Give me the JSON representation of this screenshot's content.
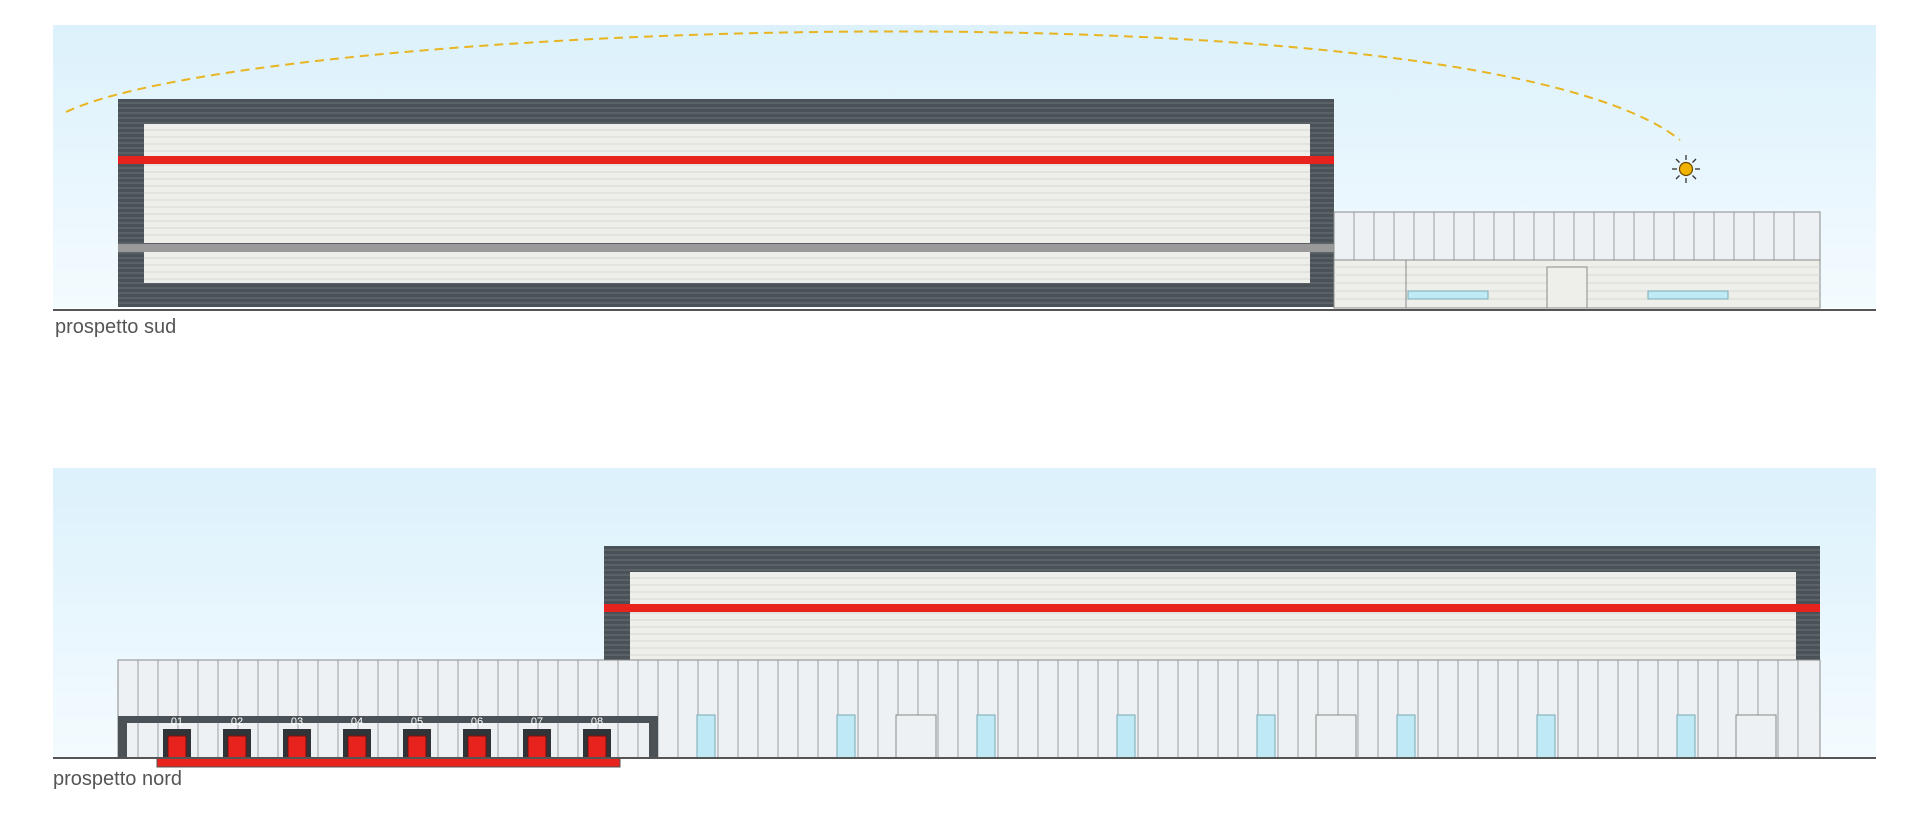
{
  "south_elevation": {
    "caption": "prospetto sud"
  },
  "north_elevation": {
    "caption": "prospetto nord",
    "dock_labels": [
      "01",
      "02",
      "03",
      "04",
      "05",
      "06",
      "07",
      "08"
    ]
  },
  "icons": {
    "sun": "sun-icon"
  },
  "colors": {
    "sky_top": "#dff2fb",
    "sky_bottom": "#f2fafe",
    "dark_cladding": "#4a5258",
    "light_panel": "#eeeeea",
    "accent_red": "#e8231e",
    "gray_band": "#9a9a9a",
    "glazing": "#bfeaf5",
    "sun_path": "#e8b520",
    "sun": "#f2b200"
  }
}
